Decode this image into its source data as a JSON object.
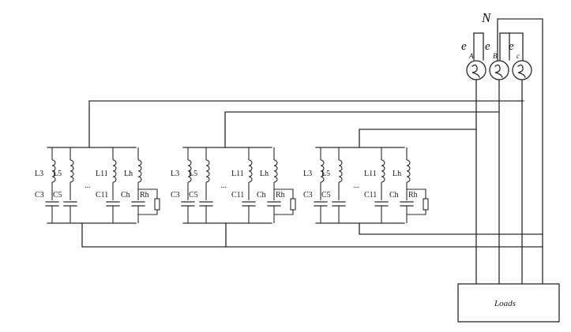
{
  "neutral_label": "N",
  "sources": [
    {
      "symbol": "e",
      "subscript": "A"
    },
    {
      "symbol": "e",
      "subscript": "B"
    },
    {
      "symbol": "e",
      "subscript": "c"
    }
  ],
  "loads_label": "Loads",
  "filter_banks": [
    {
      "inductors": [
        "L3",
        "L5",
        "L11",
        "Lh"
      ],
      "capacitors": [
        "C3",
        "C5",
        "C11",
        "Ch"
      ],
      "resistor": "Rh",
      "ellipsis": "..."
    },
    {
      "inductors": [
        "L3",
        "L5",
        "L11",
        "Lh"
      ],
      "capacitors": [
        "C3",
        "C5",
        "C11",
        "Ch"
      ],
      "resistor": "Rh",
      "ellipsis": "..."
    },
    {
      "inductors": [
        "L3",
        "L5",
        "L11",
        "Lh"
      ],
      "capacitors": [
        "C3",
        "C5",
        "C11",
        "Ch"
      ],
      "resistor": "Rh",
      "ellipsis": "..."
    }
  ]
}
